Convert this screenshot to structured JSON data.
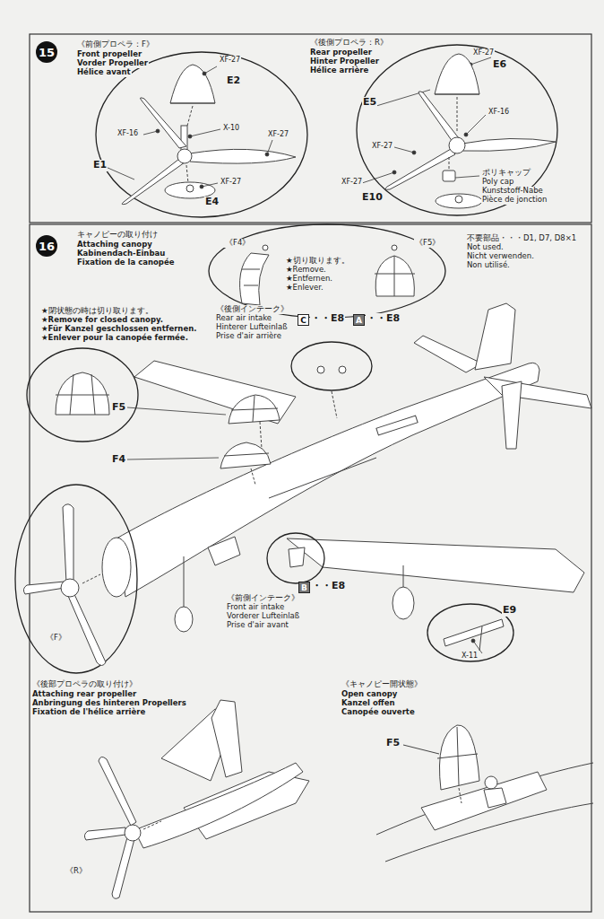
{
  "diagram": {
    "nodes": [
      {
        "text": [
          "15"
        ]
      },
      {
        "text": [
          "16"
        ]
      },
      {
        "text": [
          "C"
        ]
      },
      {
        "text": [
          "A"
        ]
      },
      {
        "text": [
          "B"
        ]
      }
    ],
    "labels": [
      "《前側プロペラ：F》",
      "Front propeller",
      "Vorder Propeller",
      "Hélice avant",
      "XF-27",
      "E2",
      "X-10",
      "XF-16",
      "XF-27",
      "E1",
      "XF-27",
      "E4",
      "《後側プロペラ：R》",
      "Rear propeller",
      "Hinter Propeller",
      "Hélice arrière",
      "XF-27",
      "E6",
      "E5",
      "XF-16",
      "XF-27",
      "ポリキャップ",
      "Poly cap",
      "Kunststoff-Nabe",
      "Pièce de jonction",
      "XF-27",
      "E10",
      "キャノピーの取り付け",
      "Attaching canopy",
      "Kabinendach-Einbau",
      "Fixation de la canopée",
      "《F4》",
      "《F5》",
      "★切り取ります。",
      "★Remove.",
      "★Entfernen.",
      "★Enlever.",
      "不要部品・・・D1, D7, D8×1",
      "Not used.",
      "Nicht verwenden.",
      "Non utilisé.",
      "★閉状態の時は切り取ります。",
      "★Remove for closed canopy.",
      "★Für Kanzel geschlossen entfernen.",
      "★Enlever pour la canopée fermée.",
      "《後側インテーク》",
      "Rear air intake",
      "Hinterer Lufteinlaß",
      "Prise d'air arrière",
      "・・E8",
      "・・E8",
      "F5",
      "F4",
      "《前側インテーク》",
      "Front air intake",
      "Vorderer Lufteinlaß",
      "Prise d'air avant",
      "・・E8",
      "X-11",
      "E9",
      "《F》",
      "《後部プロペラの取り付け》",
      "Attaching rear propeller",
      "Anbringung des hinteren Propellers",
      "Fixation de l'hélice arrière",
      "《R》",
      "《キャノピー開状態》",
      "Open canopy",
      "Kanzel offen",
      "Canopée ouverte",
      "F5"
    ]
  }
}
